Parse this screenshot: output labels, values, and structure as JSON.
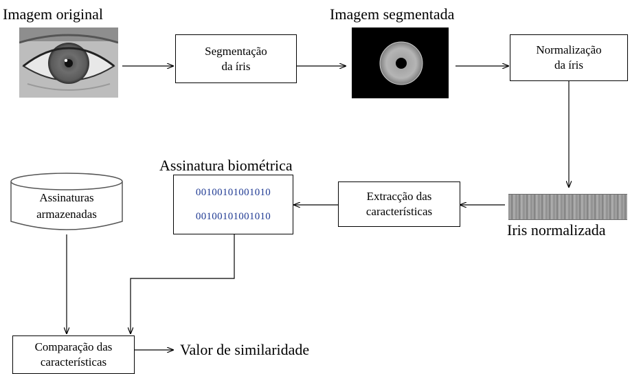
{
  "captions": {
    "original_image": "Imagem original",
    "segmented_image": "Imagem segmentada",
    "biometric_signature": "Assinatura biométrica",
    "normalized_iris": "Iris normalizada",
    "similarity_value": "Valor de similaridade"
  },
  "boxes": {
    "segmentation": [
      "Segmentação",
      "da íris"
    ],
    "normalization": [
      "Normalização",
      "da íris"
    ],
    "feature_extraction": [
      "Extracção das",
      "características"
    ],
    "stored_signatures": [
      "Assinaturas",
      "armazenadas"
    ],
    "signature_codes": [
      "00100101001010",
      "00100101001010"
    ],
    "comparison": [
      "Comparação das",
      "características"
    ]
  }
}
